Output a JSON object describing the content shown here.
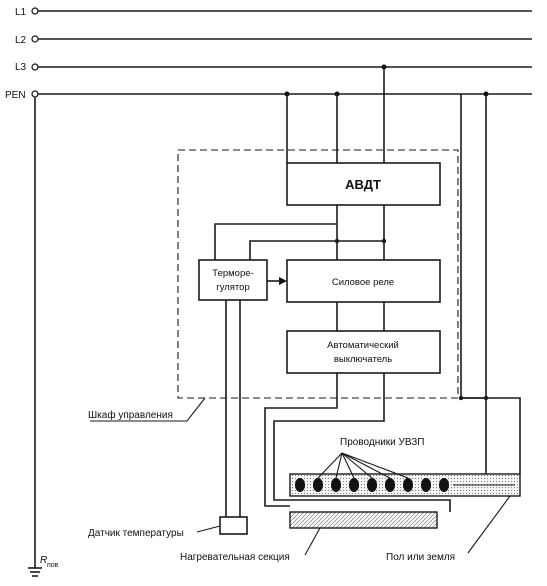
{
  "lines": {
    "l1": "L1",
    "l2": "L2",
    "l3": "L3",
    "pen": "PEN"
  },
  "ground": {
    "symbol": "R",
    "subscript": "пов"
  },
  "blocks": {
    "avdt": "АВДТ",
    "thermoregulator_1": "Терморе-",
    "thermoregulator_2": "гулятор",
    "relay": "Силовое реле",
    "breaker_1": "Автоматический",
    "breaker_2": "выключатель"
  },
  "labels": {
    "cabinet": "Шкаф управления",
    "conductors": "Проводники УВЗП",
    "sensor": "Датчик температуры",
    "heating_section": "Нагревательная секция",
    "floor": "Пол или земля"
  }
}
